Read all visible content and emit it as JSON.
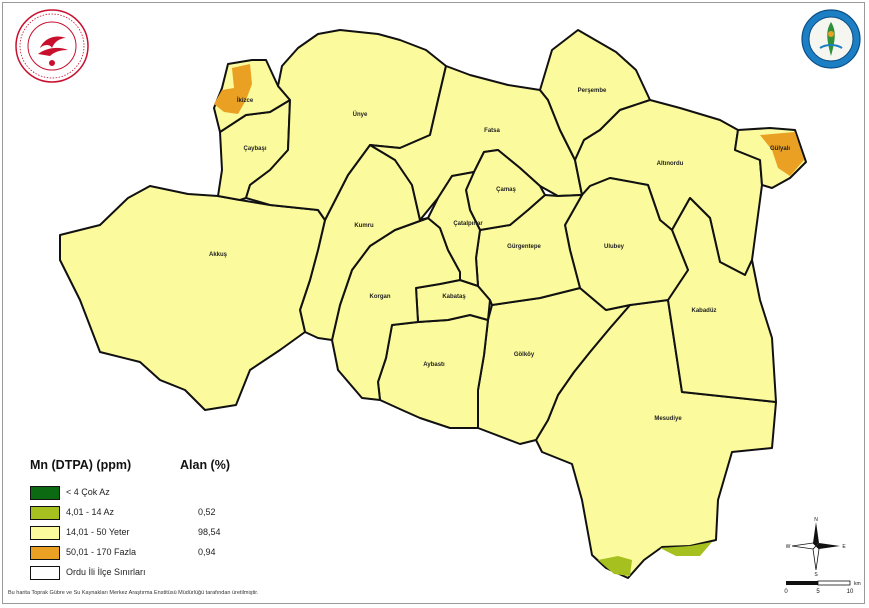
{
  "legend": {
    "title": "Mn (DTPA) (ppm)",
    "area_title": "Alan (%)",
    "items": [
      {
        "label": "< 4 Çok Az",
        "value": "",
        "color": "#0c6b12"
      },
      {
        "label": "4,01 - 14 Az",
        "value": "0,52",
        "color": "#a6c11f"
      },
      {
        "label": "14,01 - 50 Yeter",
        "value": "98,54",
        "color": "#fbfa9c"
      },
      {
        "label": "50,01 - 170 Fazla",
        "value": "0,94",
        "color": "#e9a023"
      },
      {
        "label": "Ordu İli İlçe Sınırları",
        "value": "",
        "color": "#ffffff"
      }
    ]
  },
  "districts": [
    {
      "id": "mesudiye",
      "name": "Mesudiye"
    },
    {
      "id": "akkus",
      "name": "Akkuş"
    },
    {
      "id": "unye",
      "name": "Ünye"
    },
    {
      "id": "fatsa",
      "name": "Fatsa"
    },
    {
      "id": "persembe",
      "name": "Perşembe"
    },
    {
      "id": "altinordu",
      "name": "Altınordu"
    },
    {
      "id": "gulyali",
      "name": "Gülyalı"
    },
    {
      "id": "kabaduz",
      "name": "Kabadüz"
    },
    {
      "id": "ulubey",
      "name": "Ulubey"
    },
    {
      "id": "gurgentepe",
      "name": "Gürgentepe"
    },
    {
      "id": "camas",
      "name": "Çamaş"
    },
    {
      "id": "catalpinar",
      "name": "Çatalpınar"
    },
    {
      "id": "kumru",
      "name": "Kumru"
    },
    {
      "id": "korgan",
      "name": "Korgan"
    },
    {
      "id": "kabatas",
      "name": "Kabataş"
    },
    {
      "id": "aybasti",
      "name": "Aybastı"
    },
    {
      "id": "golkoy",
      "name": "Gölköy"
    },
    {
      "id": "caybasi",
      "name": "Çaybaşı"
    },
    {
      "id": "ikizce",
      "name": "İkizce"
    }
  ],
  "colors": {
    "boundary": "#111111",
    "fill_yeter": "#fbfa9c",
    "fill_fazla": "#e9a023",
    "fill_az": "#a6c11f"
  },
  "compass": {
    "n": "N",
    "s": "S",
    "e": "E",
    "w": "W"
  },
  "scale": {
    "ticks": [
      "0",
      "5",
      "10"
    ],
    "unit": "km"
  },
  "footer": "Bu harita Toprak Gübre ve Su Kaynakları Merkez Araştırma Enstitüsü Müdürlüğü tarafından üretilmiştir."
}
